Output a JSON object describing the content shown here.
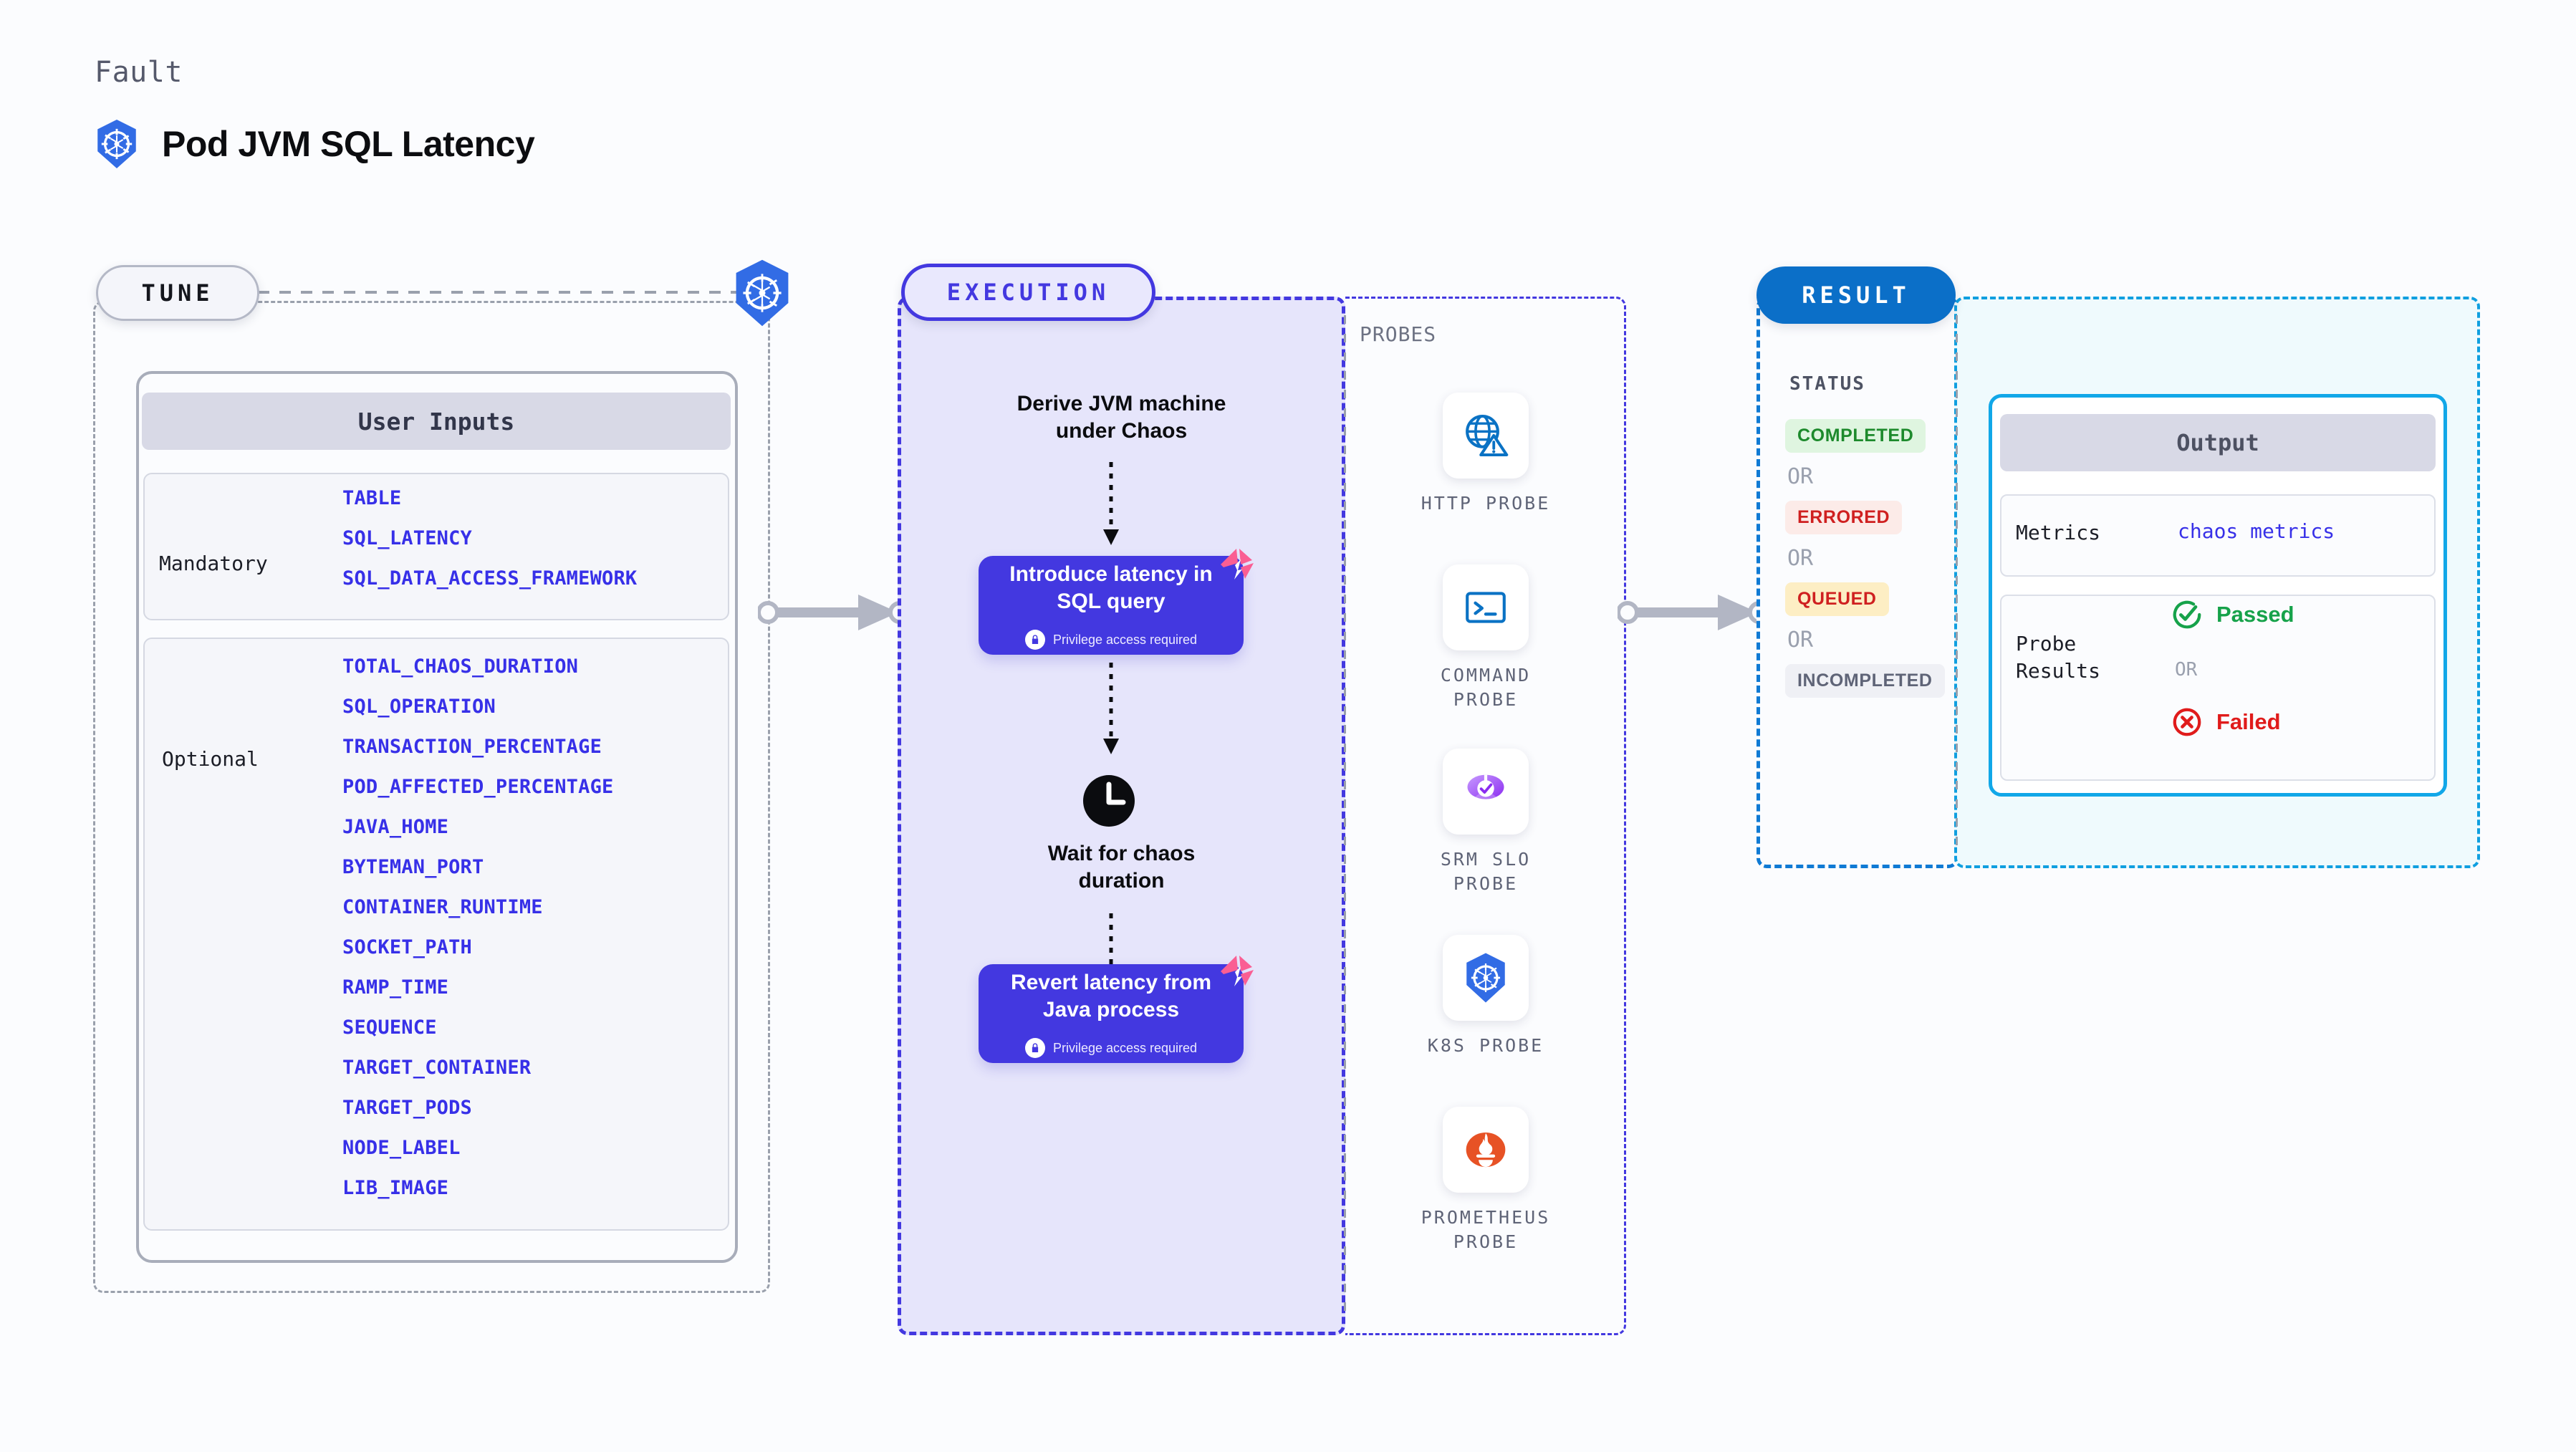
{
  "header": {
    "eyebrow": "Fault",
    "title": "Pod JVM SQL Latency",
    "icon": "kubernetes-icon"
  },
  "tune": {
    "pill_label": "TUNE",
    "node_icon": "kubernetes-icon",
    "card_title": "User Inputs",
    "groups": [
      {
        "label": "Mandatory",
        "params": [
          "TABLE",
          "SQL_LATENCY",
          "SQL_DATA_ACCESS_FRAMEWORK"
        ]
      },
      {
        "label": "Optional",
        "params": [
          "TOTAL_CHAOS_DURATION",
          "SQL_OPERATION",
          "TRANSACTION_PERCENTAGE",
          "POD_AFFECTED_PERCENTAGE",
          "JAVA_HOME",
          "BYTEMAN_PORT",
          "CONTAINER_RUNTIME",
          "SOCKET_PATH",
          "RAMP_TIME",
          "SEQUENCE",
          "TARGET_CONTAINER",
          "TARGET_PODS",
          "NODE_LABEL",
          "LIB_IMAGE"
        ]
      }
    ]
  },
  "execution": {
    "pill_label": "EXECUTION",
    "steps": [
      {
        "type": "text",
        "label": "Derive JVM machine\nunder Chaos"
      },
      {
        "type": "action",
        "label": "Introduce latency in\nSQL query",
        "privilege": "Privilege access required",
        "badge": "litmus-icon",
        "lock": "lock-icon"
      },
      {
        "type": "wait",
        "label": "Wait for chaos\nduration",
        "icon": "clock-icon"
      },
      {
        "type": "action",
        "label": "Revert latency from\nJava process",
        "privilege": "Privilege access required",
        "badge": "litmus-icon",
        "lock": "lock-icon"
      }
    ]
  },
  "probes": {
    "section_label": "PROBES",
    "items": [
      {
        "name": "HTTP PROBE",
        "icon": "globe-warning-icon"
      },
      {
        "name": "COMMAND\nPROBE",
        "icon": "terminal-icon"
      },
      {
        "name": "SRM SLO\nPROBE",
        "icon": "srm-slo-icon"
      },
      {
        "name": "K8S PROBE",
        "icon": "kubernetes-icon"
      },
      {
        "name": "PROMETHEUS\nPROBE",
        "icon": "prometheus-icon"
      }
    ]
  },
  "result": {
    "pill_label": "RESULT",
    "status_label": "STATUS",
    "or_label": "OR",
    "statuses": [
      {
        "label": "COMPLETED",
        "fg": "#1d8a2c",
        "bg": "#dff5e0"
      },
      {
        "label": "ERRORED",
        "fg": "#cf2020",
        "bg": "#fcebe8"
      },
      {
        "label": "QUEUED",
        "fg": "#cf2020",
        "bg": "#fdeec4"
      },
      {
        "label": "INCOMPLETED",
        "fg": "#5f6477",
        "bg": "#eff0f5"
      }
    ]
  },
  "output": {
    "title": "Output",
    "metrics_key": "Metrics",
    "metrics_value": "chaos metrics",
    "probe_results_key": "Probe\nResults",
    "or_label": "OR",
    "passed_label": "Passed",
    "failed_label": "Failed",
    "passed_icon": "check-circle-icon",
    "failed_icon": "x-circle-icon",
    "passed_color": "#16a24a",
    "failed_color": "#e01b1b"
  },
  "colors": {
    "indigo": "#4338e0",
    "blue": "#0b6fc8",
    "cyan": "#11a7e8",
    "pink": "#fa5e93",
    "grey_dash": "#9aa0ac"
  }
}
